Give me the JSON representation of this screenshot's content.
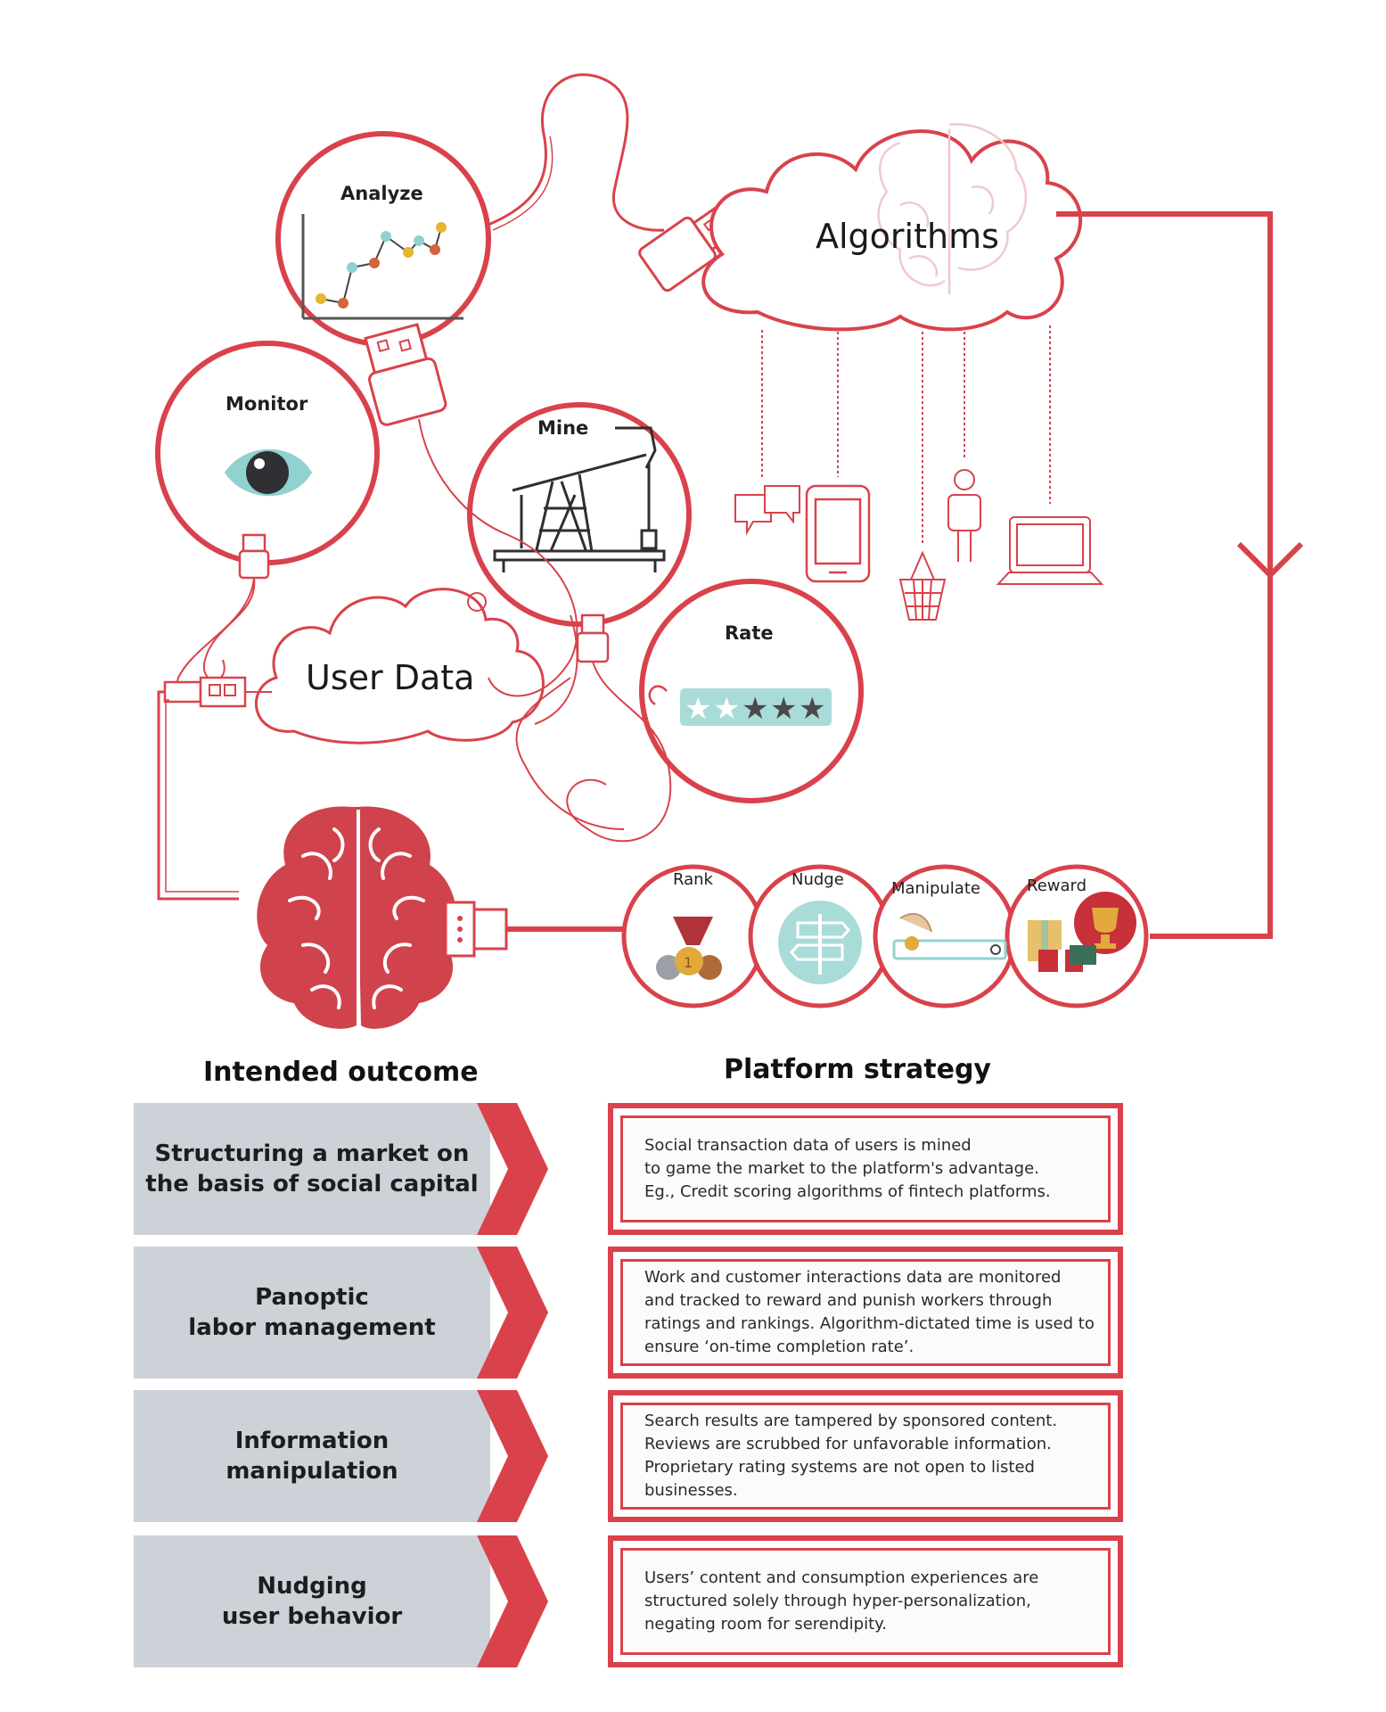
{
  "diagram": {
    "cloud_algorithms": "Algorithms",
    "cloud_user_data": "User Data",
    "circles": {
      "analyze": "Analyze",
      "monitor": "Monitor",
      "mine": "Mine",
      "rate": "Rate"
    },
    "strategy_circles": [
      "Rank",
      "Nudge",
      "Manipulate",
      "Reward"
    ]
  },
  "headers": {
    "left": "Intended outcome",
    "right": "Platform strategy"
  },
  "rows": [
    {
      "outcome": [
        "Structuring a market on",
        "the basis of social capital"
      ],
      "strategy": [
        "Social transaction data of users is mined",
        "to game the market to the platform's advantage.",
        "Eg., Credit scoring algorithms of fintech platforms."
      ]
    },
    {
      "outcome": [
        "Panoptic",
        "labor management"
      ],
      "strategy": [
        "Work and customer interactions data are monitored",
        "and tracked to reward and punish workers through",
        "ratings and rankings. Algorithm-dictated time is used to",
        "ensure ‘on-time completion rate’."
      ]
    },
    {
      "outcome": [
        "Information",
        "manipulation"
      ],
      "strategy": [
        "Search results are tampered by sponsored content.",
        "Reviews are scrubbed for unfavorable information.",
        "Proprietary rating systems are not open to listed",
        "businesses."
      ]
    },
    {
      "outcome": [
        "Nudging",
        "user behavior"
      ],
      "strategy": [
        "Users’ content and consumption experiences are",
        "structured solely through hyper-personalization,",
        "negating room for serendipity."
      ]
    }
  ],
  "colors": {
    "accent_red": "#d9424b",
    "brain_red": "#d0434c",
    "outcome_gray": "#cdd1d8",
    "teal": "#8fd2cf"
  }
}
